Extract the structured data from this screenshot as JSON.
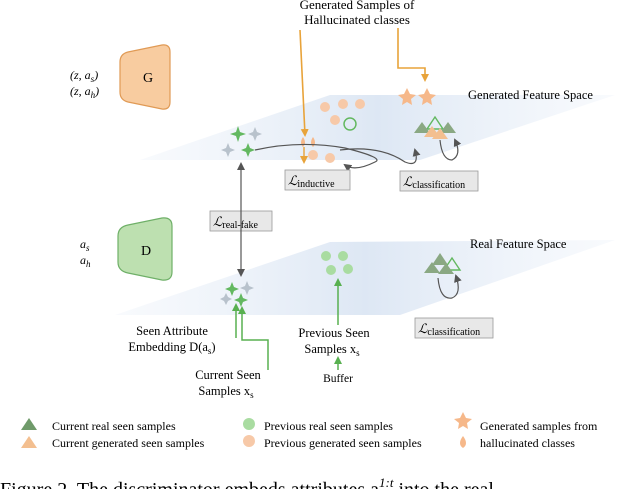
{
  "top_title": [
    "Generated Samples of",
    "Hallucinated classes"
  ],
  "generator": {
    "label": "G",
    "inputs": [
      "(z, a_s)",
      "(z, a_h)"
    ]
  },
  "discriminator": {
    "label": "D",
    "inputs": [
      "a_s",
      "a_h"
    ]
  },
  "spaces": {
    "generated": "Generated Feature Space",
    "real": "Real Feature Space"
  },
  "losses": {
    "inductive": {
      "main": "ℒ",
      "sub": "inductive"
    },
    "classification_top": {
      "main": "ℒ",
      "sub": "classification"
    },
    "real_fake": {
      "main": "ℒ",
      "sub": "real-fake"
    },
    "classification_bottom": {
      "main": "ℒ",
      "sub": "classification"
    }
  },
  "labels": {
    "seen_attr": [
      "Seen Attribute",
      "Embedding D(a",
      "s",
      ")"
    ],
    "current_seen": [
      "Current Seen",
      "Samples x",
      "s"
    ],
    "previous_seen": [
      "Previous Seen",
      "Samples x",
      "s"
    ],
    "buffer": "Buffer"
  },
  "legend": {
    "current_real": "Current real seen samples",
    "current_gen": "Current generated seen samples",
    "previous_real": "Previous real seen samples",
    "previous_gen": "Previous generated seen samples",
    "hallucinated": [
      "Generated samples from",
      "hallucinated classes"
    ]
  },
  "caption": "Figure 2. The discriminator embeds attributes a",
  "caption_sup": "1:t",
  "caption_tail": " into the real",
  "colors": {
    "g_fill": "#f8cca0",
    "g_stroke": "#e09a55",
    "d_fill": "#bde0b0",
    "d_stroke": "#6fb068",
    "orange_arrow": "#e8a33a",
    "green_arrow": "#58b050",
    "plane": "#e6edf7",
    "real_tri": "#6f9a6a",
    "gen_tri": "#f3bf90",
    "prev_real": "#a9dca1",
    "prev_gen": "#f7c9a8",
    "halluc": "#f6b88a"
  }
}
